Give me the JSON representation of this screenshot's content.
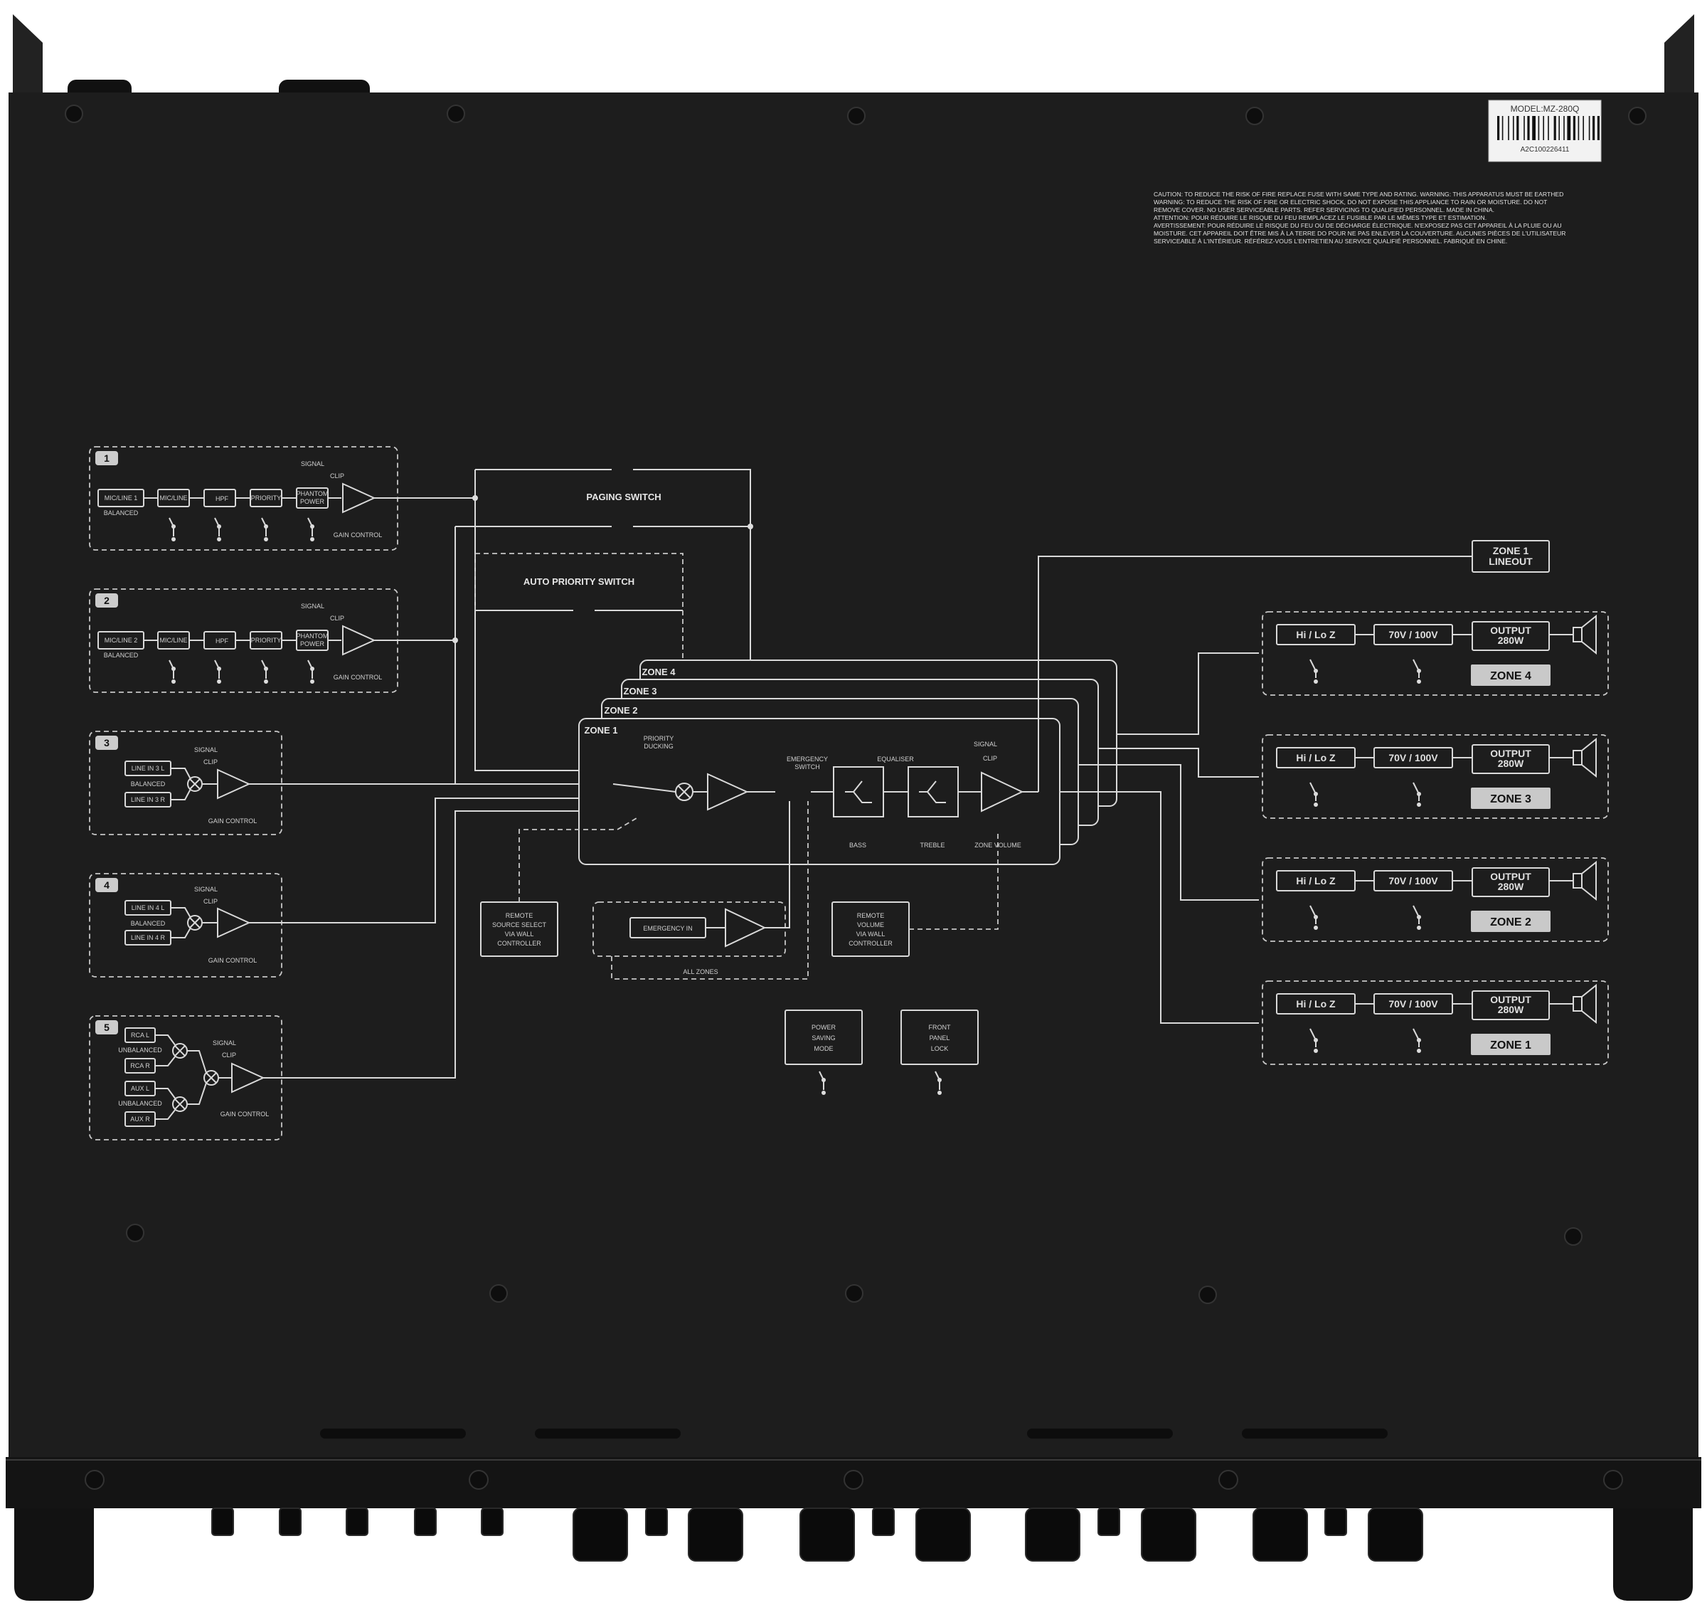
{
  "label_model": "MODEL:MZ-280Q",
  "label_serial": "A2C100226411",
  "caution_lines": [
    "CAUTION: TO REDUCE THE RISK OF FIRE REPLACE FUSE WITH SAME TYPE AND RATING. WARNING: THIS APPARATUS MUST BE EARTHED",
    "WARNING: TO REDUCE THE RISK OF FIRE OR ELECTRIC SHOCK, DO NOT EXPOSE THIS APPLIANCE TO RAIN OR MOISTURE. DO NOT",
    "REMOVE COVER. NO USER SERVICEABLE PARTS. REFER SERVICING TO QUALIFIED PERSONNEL. MADE IN CHINA.",
    "ATTENTION: POUR RÉDUIRE LE RISQUE DU FEU REMPLACEZ LE FUSIBLE PAR LE MÊMES TYPE ET ESTIMATION.",
    "AVERTISSEMENT: POUR RÉDUIRE LE RISQUE DU FEU OU DE DÉCHARGE ÉLECTRIQUE. N'EXPOSEZ PAS CET APPAREIL À LA PLUIE OU AU",
    "MOISTURE. CET APPAREIL DOIT ÊTRE MIS À LA TERRE DO POUR NE PAS ENLEVER LA COUVERTURE. AUCUNES PIÈCES DE L'UTILISATEUR",
    "SERVICEABLE À L'INTÉRIEUR. RÉFÉREZ-VOUS L'ENTRETIEN AU SERVICE QUALIFIÉ PERSONNEL. FABRIQUÉ EN CHINE."
  ],
  "inputs": {
    "ch1": {
      "num": "1",
      "src": "MIC/LINE 1",
      "bal": "BALANCED",
      "mic": "MIC/LINE",
      "hpf": "HPF",
      "prio": "PRIORITY",
      "phantom": "PHANTOM",
      "power": "POWER",
      "signal": "SIGNAL",
      "clip": "CLIP",
      "gain": "GAIN CONTROL"
    },
    "ch2": {
      "num": "2",
      "src": "MIC/LINE 2",
      "bal": "BALANCED",
      "mic": "MIC/LINE",
      "hpf": "HPF",
      "prio": "PRIORITY",
      "phantom": "PHANTOM",
      "power": "POWER",
      "signal": "SIGNAL",
      "clip": "CLIP",
      "gain": "GAIN CONTROL"
    },
    "ch3": {
      "num": "3",
      "l": "LINE IN 3 L",
      "bal": "BALANCED",
      "r": "LINE IN 3 R",
      "signal": "SIGNAL",
      "clip": "CLIP",
      "gain": "GAIN CONTROL"
    },
    "ch4": {
      "num": "4",
      "l": "LINE IN 4 L",
      "bal": "BALANCED",
      "r": "LINE IN 4 R",
      "signal": "SIGNAL",
      "clip": "CLIP",
      "gain": "GAIN CONTROL"
    },
    "ch5": {
      "num": "5",
      "rcal": "RCA L",
      "unbal1": "UNBALANCED",
      "rcar": "RCA R",
      "auxl": "AUX L",
      "unbal2": "UNBALANCED",
      "auxr": "AUX R",
      "signal": "SIGNAL",
      "clip": "CLIP",
      "gain": "GAIN CONTROL"
    }
  },
  "paging_switch": "PAGING SWITCH",
  "auto_priority_switch": "AUTO PRIORITY SWITCH",
  "zones_stack": [
    "ZONE 4",
    "ZONE 3",
    "ZONE 2",
    "ZONE 1"
  ],
  "priority_ducking": [
    "PRIORITY",
    "DUCKING"
  ],
  "emergency_switch": [
    "EMERGENCY",
    "SWITCH"
  ],
  "equaliser": "EQUALISER",
  "bass": "BASS",
  "treble": "TREBLE",
  "zone_volume": "ZONE VOLUME",
  "zone_signal": "SIGNAL",
  "zone_clip": "CLIP",
  "remote_source": [
    "REMOTE",
    "SOURCE SELECT",
    "VIA WALL",
    "CONTROLLER"
  ],
  "remote_volume": [
    "REMOTE",
    "VOLUME",
    "VIA WALL",
    "CONTROLLER"
  ],
  "emergency_in": "EMERGENCY IN",
  "all_zones": "ALL ZONES",
  "power_saving": [
    "POWER",
    "SAVING",
    "MODE"
  ],
  "front_panel": [
    "FRONT",
    "PANEL",
    "LOCK"
  ],
  "zone1_lineout": [
    "ZONE 1",
    "LINEOUT"
  ],
  "outputs": [
    {
      "hilo": "Hi / Lo Z",
      "volt": "70V / 100V",
      "out1": "OUTPUT",
      "out2": "280W",
      "zone": "ZONE 4"
    },
    {
      "hilo": "Hi / Lo Z",
      "volt": "70V / 100V",
      "out1": "OUTPUT",
      "out2": "280W",
      "zone": "ZONE 3"
    },
    {
      "hilo": "Hi / Lo Z",
      "volt": "70V / 100V",
      "out1": "OUTPUT",
      "out2": "280W",
      "zone": "ZONE 2"
    },
    {
      "hilo": "Hi / Lo Z",
      "volt": "70V / 100V",
      "out1": "OUTPUT",
      "out2": "280W",
      "zone": "ZONE 1"
    }
  ]
}
